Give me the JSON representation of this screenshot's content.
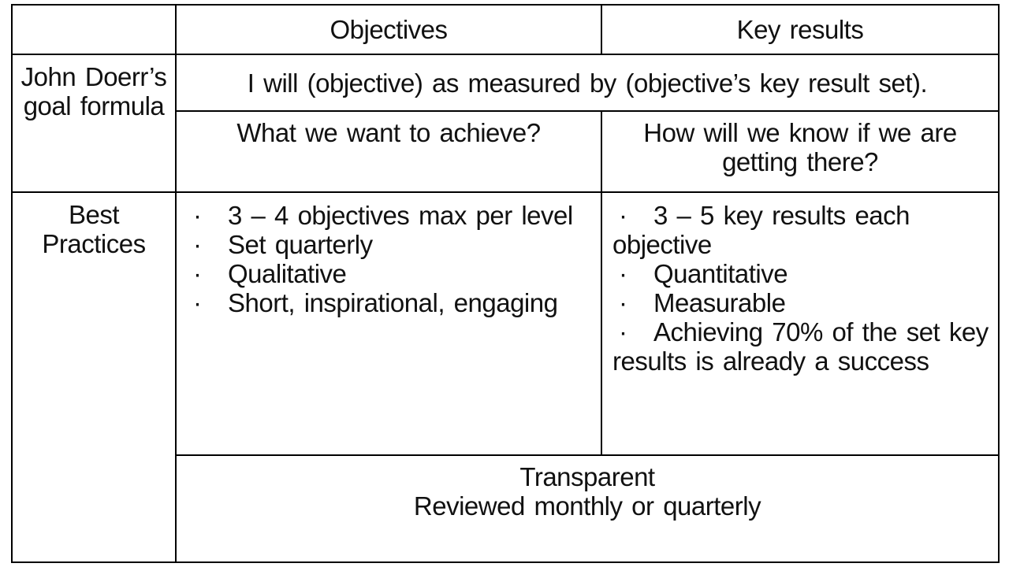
{
  "bullet_glyph": "·",
  "colors": {
    "border": "#000000",
    "text": "#111111",
    "background": "#ffffff"
  },
  "table": {
    "header": {
      "objectives": "Objectives",
      "key_results": "Key results"
    },
    "goal_formula": {
      "row_label_lines": [
        "John Doerr’s",
        "goal formula"
      ],
      "formula": "I will (objective) as measured by (objective’s key result set).",
      "objectives_question": "What we want to achieve?",
      "key_results_question_lines": [
        "How will we know if we are",
        "getting there?"
      ]
    },
    "best_practices": {
      "row_label_lines": [
        "Best",
        "Practices"
      ],
      "objectives_lines": [
        {
          "dot": true,
          "text": "3 – 4 objectives max per level"
        },
        {
          "dot": true,
          "text": "Set quarterly"
        },
        {
          "dot": true,
          "text": "Qualitative"
        },
        {
          "dot": true,
          "text": "Short, inspirational, engaging"
        }
      ],
      "key_results_lines": [
        {
          "dot": true,
          "text": "3 – 5 key results each"
        },
        {
          "dot": false,
          "text": "objective"
        },
        {
          "dot": true,
          "text": "Quantitative"
        },
        {
          "dot": true,
          "text": "Measurable"
        },
        {
          "dot": true,
          "text": "Achieving 70% of the set key"
        },
        {
          "dot": false,
          "text": "results is already a success"
        }
      ],
      "shared_lines": [
        "Transparent",
        "Reviewed monthly or quarterly"
      ]
    }
  }
}
